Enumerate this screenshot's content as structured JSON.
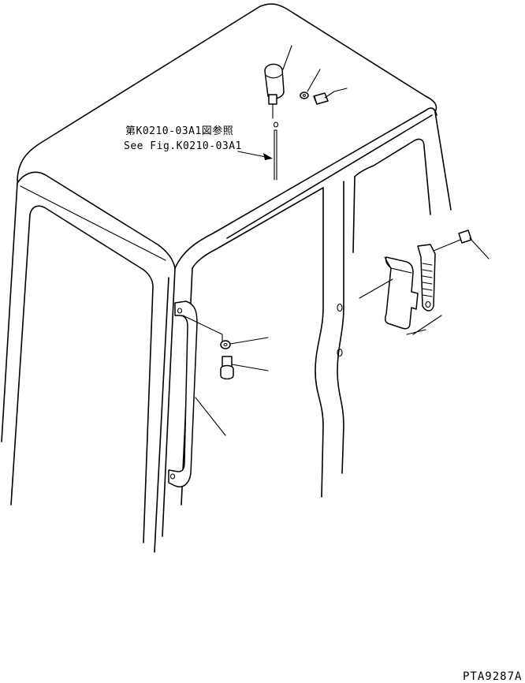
{
  "note": {
    "line1": "第K0210-03A1図参照",
    "line2": "See Fig.K0210-03A1"
  },
  "drawing_code": "PTA9287A",
  "icons": [
    "lamp-icon",
    "washer-icon",
    "bolt-icon",
    "handrail-icon",
    "latch-bracket-icon",
    "door-stopper-icon"
  ]
}
